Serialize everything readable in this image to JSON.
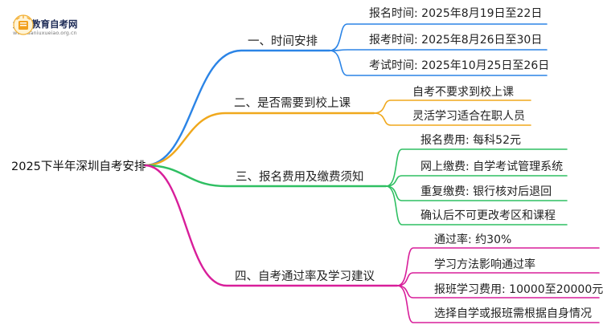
{
  "logo": {
    "title": "大牛教育自考网",
    "subtitle": "www.daniuxueiao.org.cn"
  },
  "root": {
    "label": "2025下半年深圳自考安排"
  },
  "branches": [
    {
      "label": "一、时间安排",
      "color": "#2b84e6",
      "leaves": [
        "报名时间: 2025年8月19日至22日",
        "报考时间: 2025年8月26日至30日",
        "考试时间: 2025年10月25日至26日"
      ]
    },
    {
      "label": "二、是否需要到校上课",
      "color": "#f0a81c",
      "leaves": [
        "自考不要求到校上课",
        "灵活学习适合在职人员"
      ]
    },
    {
      "label": "三、报名费用及缴费须知",
      "color": "#2fbf62",
      "leaves": [
        "报名费用: 每科52元",
        "网上缴费: 自学考试管理系统",
        "重复缴费: 银行核对后退回",
        "确认后不可更改考区和课程"
      ]
    },
    {
      "label": "四、自考通过率及学习建议",
      "color": "#d81e9a",
      "leaves": [
        "通过率: 约30%",
        "学习方法影响通过率",
        "报班学习费用: 10000至20000元",
        "选择自学或报班需根据自身情况"
      ]
    }
  ]
}
